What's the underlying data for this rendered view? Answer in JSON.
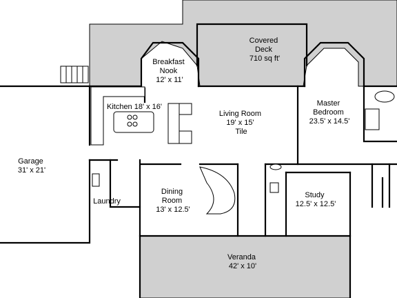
{
  "rooms": [
    {
      "id": "covered-deck",
      "lines": [
        "Covered",
        "Deck",
        "710 sq ft'"
      ]
    },
    {
      "id": "breakfast-nook",
      "lines": [
        "Breakfast",
        "Nook",
        "12' x 11'"
      ]
    },
    {
      "id": "kitchen",
      "lines": [
        "Kitchen 18' x 16'"
      ]
    },
    {
      "id": "living-room",
      "lines": [
        "Living Room",
        "19' x 15'",
        "Tile"
      ]
    },
    {
      "id": "master-bedroom",
      "lines": [
        "Master",
        "Bedroom",
        "23.5' x 14.5'"
      ]
    },
    {
      "id": "garage",
      "lines": [
        "Garage",
        "31' x 21'"
      ]
    },
    {
      "id": "laundry",
      "lines": [
        "Laundry"
      ]
    },
    {
      "id": "dining-room",
      "lines": [
        "Dining",
        "Room",
        "13' x 12.5'"
      ]
    },
    {
      "id": "study",
      "lines": [
        "Study",
        "12.5' x 12.5'"
      ]
    },
    {
      "id": "veranda",
      "lines": [
        "Veranda",
        "42' x 10'"
      ]
    }
  ],
  "colors": {
    "exterior_area": "#d0d0d0",
    "wall": "#000000",
    "background": "#ffffff"
  }
}
